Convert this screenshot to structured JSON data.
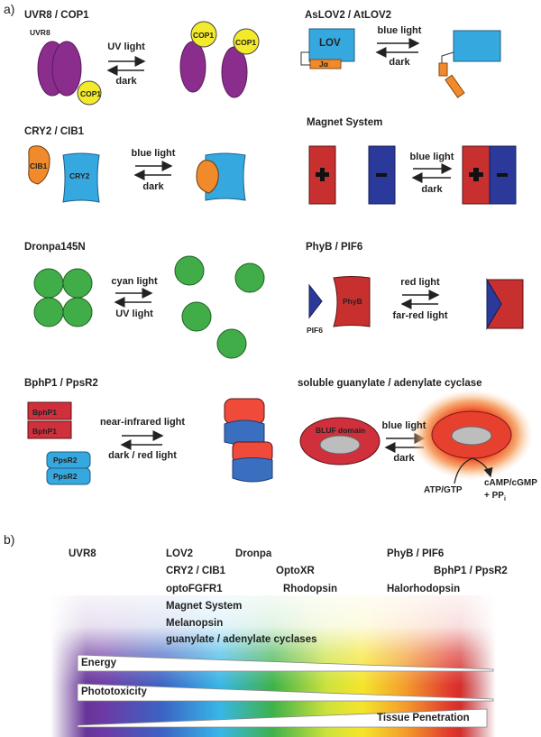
{
  "panel_a": {
    "letter": "a)",
    "uvr8": {
      "title": "UVR8 / COP1",
      "protein": "UVR8",
      "partner": "COP1",
      "forward": "UV light",
      "reverse": "dark"
    },
    "aslov": {
      "title": "AsLOV2 / AtLOV2",
      "domain": "LOV",
      "helix": "Jα",
      "forward": "blue light",
      "reverse": "dark"
    },
    "cry2": {
      "title": "CRY2 / CIB1",
      "partner": "CIB1",
      "protein": "CRY2",
      "forward": "blue light",
      "reverse": "dark"
    },
    "magnet": {
      "title": "Magnet System",
      "forward": "blue light",
      "reverse": "dark",
      "plus": "+",
      "minus": "-"
    },
    "dronpa": {
      "title": "Dronpa145N",
      "forward": "cyan light",
      "reverse": "UV light"
    },
    "phyb": {
      "title": "PhyB / PIF6",
      "protein": "PhyB",
      "partner": "PIF6",
      "forward": "red light",
      "reverse": "far-red light"
    },
    "bphp1": {
      "title": "BphP1 / PpsR2",
      "protein": "BphP1",
      "partner": "PpsR2",
      "forward": "near-infrared light",
      "reverse": "dark / red light"
    },
    "cyclase": {
      "title": "soluble guanylate / adenylate cyclase",
      "domain": "BLUF domain",
      "forward": "blue light",
      "reverse": "dark",
      "substrate": "ATP/GTP",
      "product_line1": "cAMP/cGMP",
      "product_line2": "+ PP",
      "product_sub": "i"
    }
  },
  "panel_b": {
    "letter": "b)",
    "systems": [
      "UVR8",
      "LOV2",
      "Dronpa",
      "CRY2 / CIB1",
      "optoFGFR1",
      "Magnet System",
      "Melanopsin",
      "guanylate / adenylate cyclases",
      "OptoXR",
      "Rhodopsin",
      "PhyB / PIF6",
      "BphP1 / PpsR2",
      "Halorhodopsin"
    ],
    "bars": [
      "Energy",
      "Phototoxicity",
      "Tissue Penetration"
    ]
  },
  "colors": {
    "purple": "#8a2d8c",
    "yellow": "#f3ea2b",
    "blue": "#36a8e0",
    "orange": "#f08a2a",
    "red": "#d02f3c",
    "navy": "#2b3a9a",
    "green": "#41ad48",
    "gray": "#bdbdbd"
  }
}
